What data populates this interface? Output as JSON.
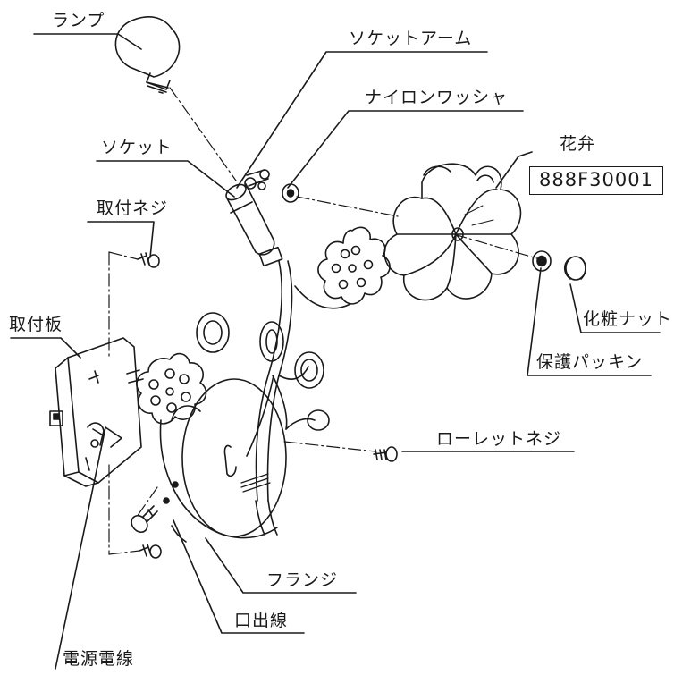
{
  "labels": {
    "lamp": "ランプ",
    "socket_arm": "ソケットアーム",
    "nylon_washer": "ナイロンワッシャ",
    "petal": "花弁",
    "part_number": "888F30001",
    "socket": "ソケット",
    "mounting_screw": "取付ネジ",
    "mounting_plate": "取付板",
    "decorative_nut": "化粧ナット",
    "protective_packing": "保護パッキン",
    "knurled_screw": "ローレットネジ",
    "power_wire": "電源電線",
    "flange": "フランジ",
    "outlet_wire": "口出線"
  },
  "colors": {
    "ink": "#1a1a1a",
    "background": "#ffffff"
  }
}
